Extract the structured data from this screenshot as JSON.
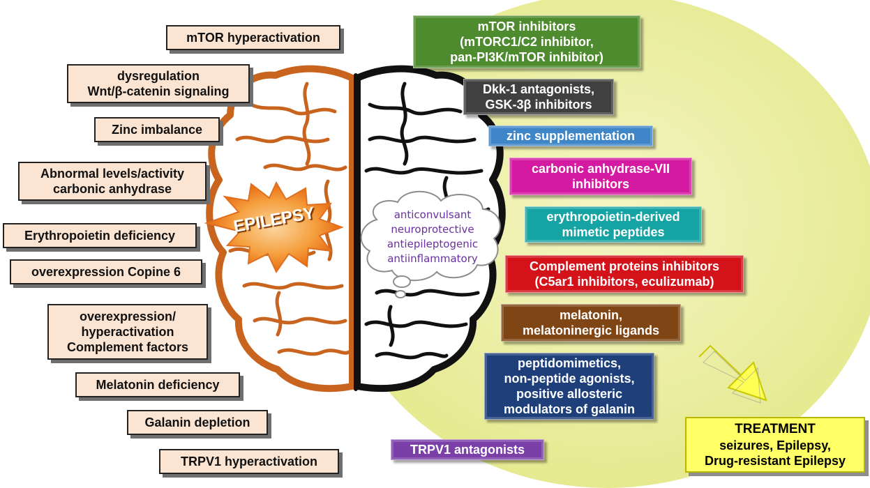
{
  "center_label": "EPILEPSY",
  "cloud": {
    "lines": "anticonvulsant\nneuroprotective\nantiepileptogenic\nantiinflammatory"
  },
  "causes": [
    {
      "text": "mTOR hyperactivation"
    },
    {
      "text": "dysregulation\nWnt/β-catenin signaling"
    },
    {
      "text": "Zinc imbalance"
    },
    {
      "text": "Abnormal levels/activity\ncarbonic anhydrase"
    },
    {
      "text": "Erythropoietin deficiency"
    },
    {
      "text": "overexpression Copine 6"
    },
    {
      "text": "overexpression/\nhyperactivation\nComplement factors"
    },
    {
      "text": "Melatonin deficiency"
    },
    {
      "text": "Galanin depletion"
    },
    {
      "text": "TRPV1 hyperactivation"
    }
  ],
  "treatments": [
    {
      "text": "mTOR inhibitors\n(mTORC1/C2 inhibitor,\npan-PI3K/mTOR inhibitor)",
      "color": "#4e8a2e"
    },
    {
      "text": "Dkk-1 antagonists,\nGSK-3β inhibitors",
      "color": "#404040"
    },
    {
      "text": "zinc supplementation",
      "color": "#3f86c8"
    },
    {
      "text": "carbonic anhydrase-VII\ninhibitors",
      "color": "#d41aa0"
    },
    {
      "text": "erythropoietin-derived\nmimetic peptides",
      "color": "#16a3a3"
    },
    {
      "text": "Complement proteins inhibitors\n(C5ar1 inhibitors, eculizumab)",
      "color": "#d4121a"
    },
    {
      "text": "melatonin,\nmelatoninergic ligands",
      "color": "#7f4515"
    },
    {
      "text": "peptidomimetics,\nnon-peptide agonists,\npositive allosteric\nmodulators of galanin",
      "color": "#1e3f7a"
    },
    {
      "text": "TRPV1 antagonists",
      "color": "#7b3fa8"
    }
  ],
  "treatment_box": {
    "title": "TREATMENT",
    "subtitle": "seizures, Epilepsy,\nDrug-resistant Epilepsy"
  },
  "colors": {
    "brain_left": "#c8641e",
    "brain_right": "#111111",
    "background_circle": "#eef0a8",
    "arrow": "#ffff55",
    "epilepsy_burst": "#f59a3c"
  }
}
